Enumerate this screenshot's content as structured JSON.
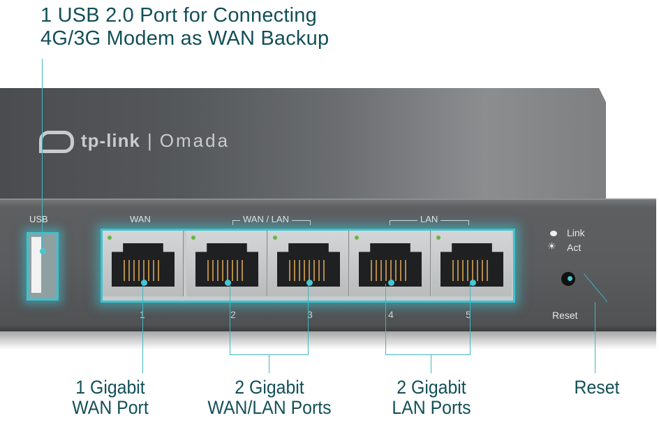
{
  "title": {
    "line1": "1 USB 2.0 Port for Connecting",
    "line2": "4G/3G Modem as WAN Backup"
  },
  "device": {
    "brand": "tp-link",
    "product_line": "Omada",
    "separator": "|",
    "panel_labels": {
      "usb": "USB",
      "wan": "WAN",
      "wan_lan": "WAN / LAN",
      "lan": "LAN"
    },
    "ports": [
      {
        "number": "1",
        "type": "WAN"
      },
      {
        "number": "2",
        "type": "WAN/LAN"
      },
      {
        "number": "3",
        "type": "WAN/LAN"
      },
      {
        "number": "4",
        "type": "LAN"
      },
      {
        "number": "5",
        "type": "LAN"
      }
    ],
    "led_legend": {
      "link": "Link",
      "act": "Act"
    },
    "reset_label": "Reset"
  },
  "callouts": [
    {
      "line1": "1 Gigabit",
      "line2": "WAN Port"
    },
    {
      "line1": "2 Gigabit",
      "line2": "WAN/LAN Ports"
    },
    {
      "line1": "2 Gigabit",
      "line2": "LAN Ports"
    },
    {
      "line1": "Reset",
      "line2": ""
    }
  ],
  "colors": {
    "accent_teal": "#3cc2cf",
    "text_teal": "#124f57",
    "device_gray": "#5a5c5e"
  }
}
